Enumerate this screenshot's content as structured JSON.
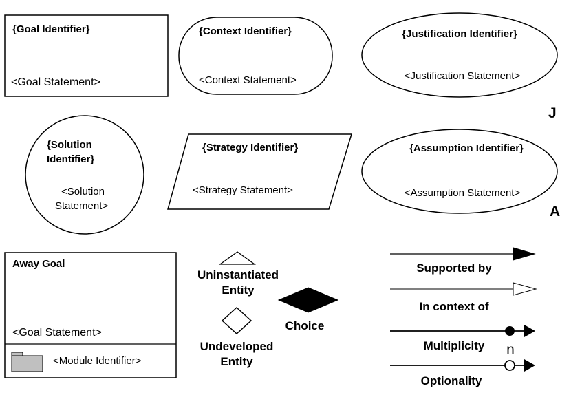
{
  "goal": {
    "identifier": "{Goal Identifier}",
    "statement": "<Goal Statement>"
  },
  "context": {
    "identifier": "{Context Identifier}",
    "statement": "<Context Statement>"
  },
  "justification": {
    "identifier": "{Justification Identifier}",
    "statement": "<Justification Statement>",
    "tag": "J"
  },
  "solution": {
    "identifier_line1": "{Solution",
    "identifier_line2": "Identifier}",
    "statement_line1": "<Solution",
    "statement_line2": "Statement>"
  },
  "strategy": {
    "identifier": "{Strategy Identifier}",
    "statement": "<Strategy Statement>"
  },
  "assumption": {
    "identifier": "{Assumption Identifier}",
    "statement": "<Assumption Statement>",
    "tag": "A"
  },
  "away_goal": {
    "title": "Away Goal",
    "statement": "<Goal Statement>",
    "module": "<Module Identifier>"
  },
  "uninstantiated": {
    "line1": "Uninstantiated",
    "line2": "Entity"
  },
  "undeveloped": {
    "line1": "Undeveloped",
    "line2": "Entity"
  },
  "choice": {
    "label": "Choice"
  },
  "links": {
    "supported_by": "Supported by",
    "in_context_of": "In context of",
    "multiplicity": "Multiplicity",
    "multiplicity_symbol": "n",
    "optionality": "Optionality"
  },
  "colors": {
    "folder_fill": "#c0c0c0",
    "line": "#000000",
    "background": "#ffffff"
  }
}
